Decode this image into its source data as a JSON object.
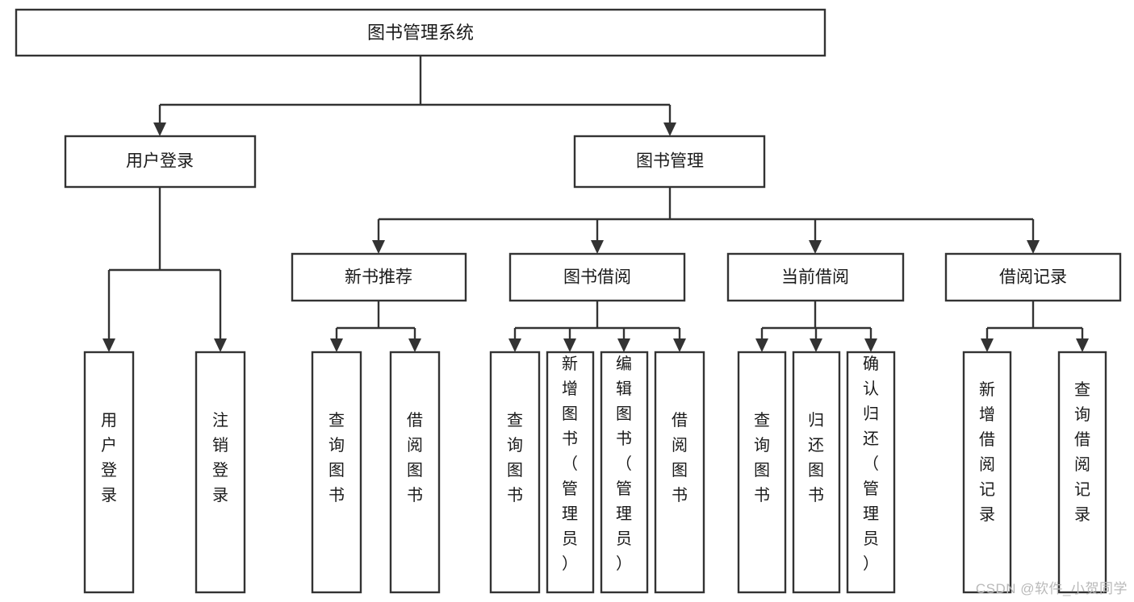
{
  "diagram": {
    "type": "tree",
    "title": "图书管理系统",
    "watermark": "CSDN @软件_小贺同学",
    "colors": {
      "box_stroke": "#333333",
      "box_fill": "#ffffff",
      "text": "#1a1a1a",
      "connector": "#333333",
      "background": "#ffffff",
      "watermark": "#b9b9b9"
    },
    "root": {
      "label": "图书管理系统"
    },
    "level2": [
      {
        "label": "用户登录"
      },
      {
        "label": "图书管理"
      }
    ],
    "level3": [
      {
        "label": "新书推荐"
      },
      {
        "label": "图书借阅"
      },
      {
        "label": "当前借阅"
      },
      {
        "label": "借阅记录"
      }
    ],
    "leaves": {
      "user_login": [
        {
          "label": "用户登录"
        },
        {
          "label": "注销登录"
        }
      ],
      "new_book": [
        {
          "label": "查询图书"
        },
        {
          "label": "借阅图书"
        }
      ],
      "book_borrow": [
        {
          "label": "查询图书"
        },
        {
          "label": "新增图书（管理员）"
        },
        {
          "label": "编辑图书（管理员）"
        },
        {
          "label": "借阅图书"
        }
      ],
      "current_borrow": [
        {
          "label": "查询图书"
        },
        {
          "label": "归还图书"
        },
        {
          "label": "确认归还（管理员）"
        }
      ],
      "borrow_record": [
        {
          "label": "新增借阅记录"
        },
        {
          "label": "查询借阅记录"
        }
      ]
    }
  }
}
